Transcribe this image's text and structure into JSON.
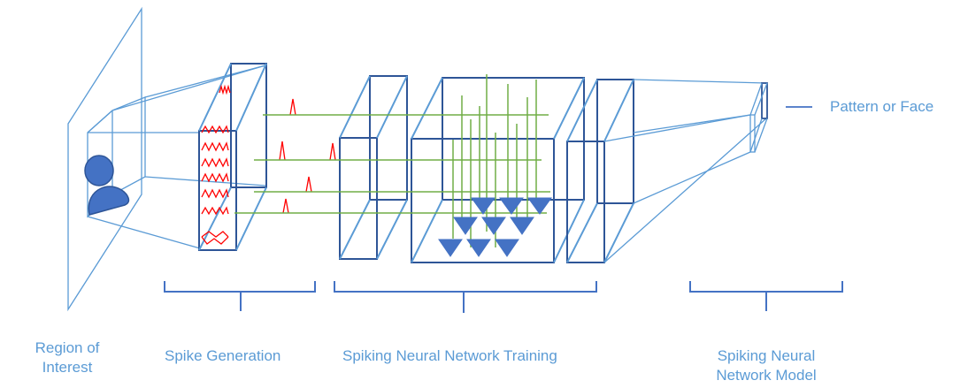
{
  "labels": {
    "region_line1": "Region of",
    "region_line2": "Interest",
    "spike_generation": "Spike Generation",
    "snn_training": "Spiking Neural Network Training",
    "snn_model_line1": "Spiking Neural",
    "snn_model_line2": "Network Model",
    "output": "Pattern or Face"
  },
  "colors": {
    "outline_light": "#5b9bd5",
    "outline_dark": "#2e5597",
    "fill_blue": "#4472c4",
    "spike_red": "#ff0000",
    "connection_green": "#70ad47",
    "text_blue": "#5b9bd5"
  }
}
